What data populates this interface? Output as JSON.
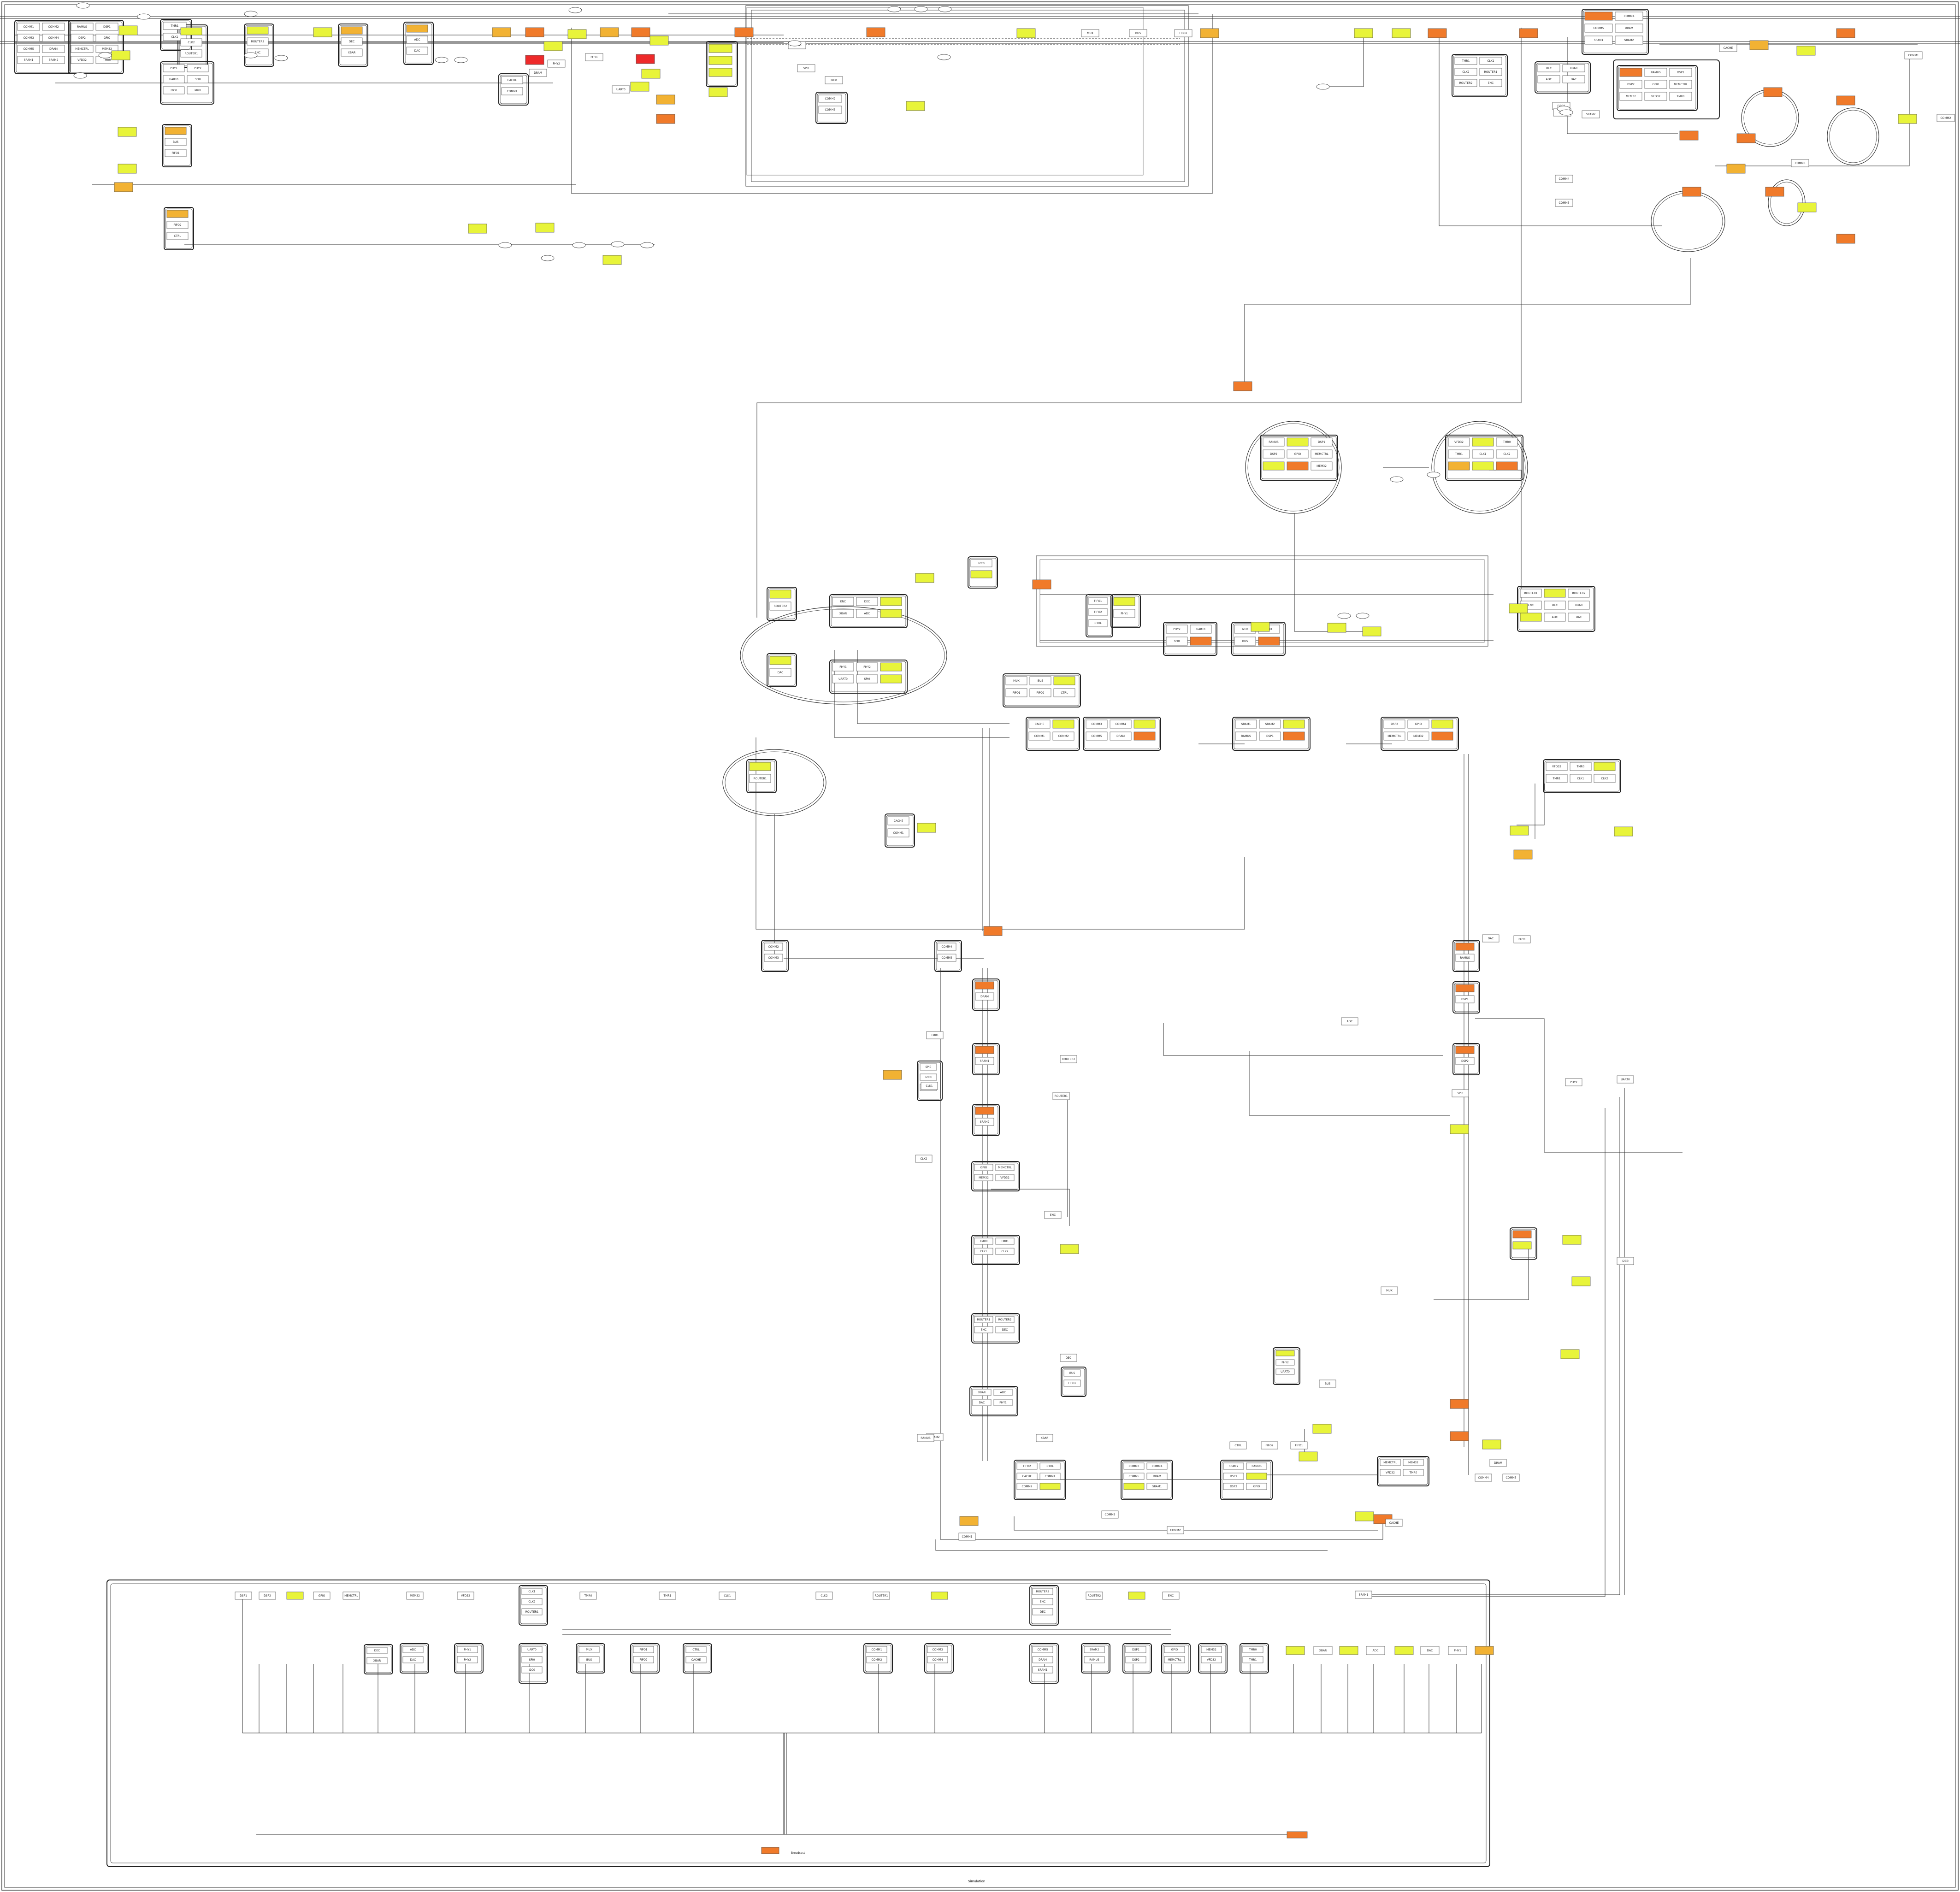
{
  "diagram": {
    "caption": "Simulation",
    "bottom_title": "Broadcast",
    "colors": {
      "background": "#ffffff",
      "line": "#333333",
      "box_fill": "#ffffff",
      "yellow": "#e8f43a",
      "orange": "#f07a2a",
      "amber": "#f2b233",
      "red": "#ee2a2a",
      "panel_border": "#222222"
    },
    "blocks": [
      "COMM1",
      "COMM2",
      "COMM3",
      "COMM4",
      "COMM5",
      "DRAM",
      "SRAM1",
      "SRAM2",
      "RAMUS",
      "DSP1",
      "DSP2",
      "GPIO",
      "MEMCTRL",
      "MEM32",
      "VFD32",
      "TMR0",
      "TMR1",
      "CLK1",
      "CLK2",
      "ROUTER1",
      "ROUTER2",
      "ENC",
      "DEC",
      "XBAR",
      "ADC",
      "DAC",
      "PHY1",
      "PHY2",
      "UART0",
      "SPI0",
      "I2C0",
      "MUX",
      "BUS",
      "FIFO1",
      "FIFO2",
      "CTRL",
      "CACHE"
    ]
  }
}
